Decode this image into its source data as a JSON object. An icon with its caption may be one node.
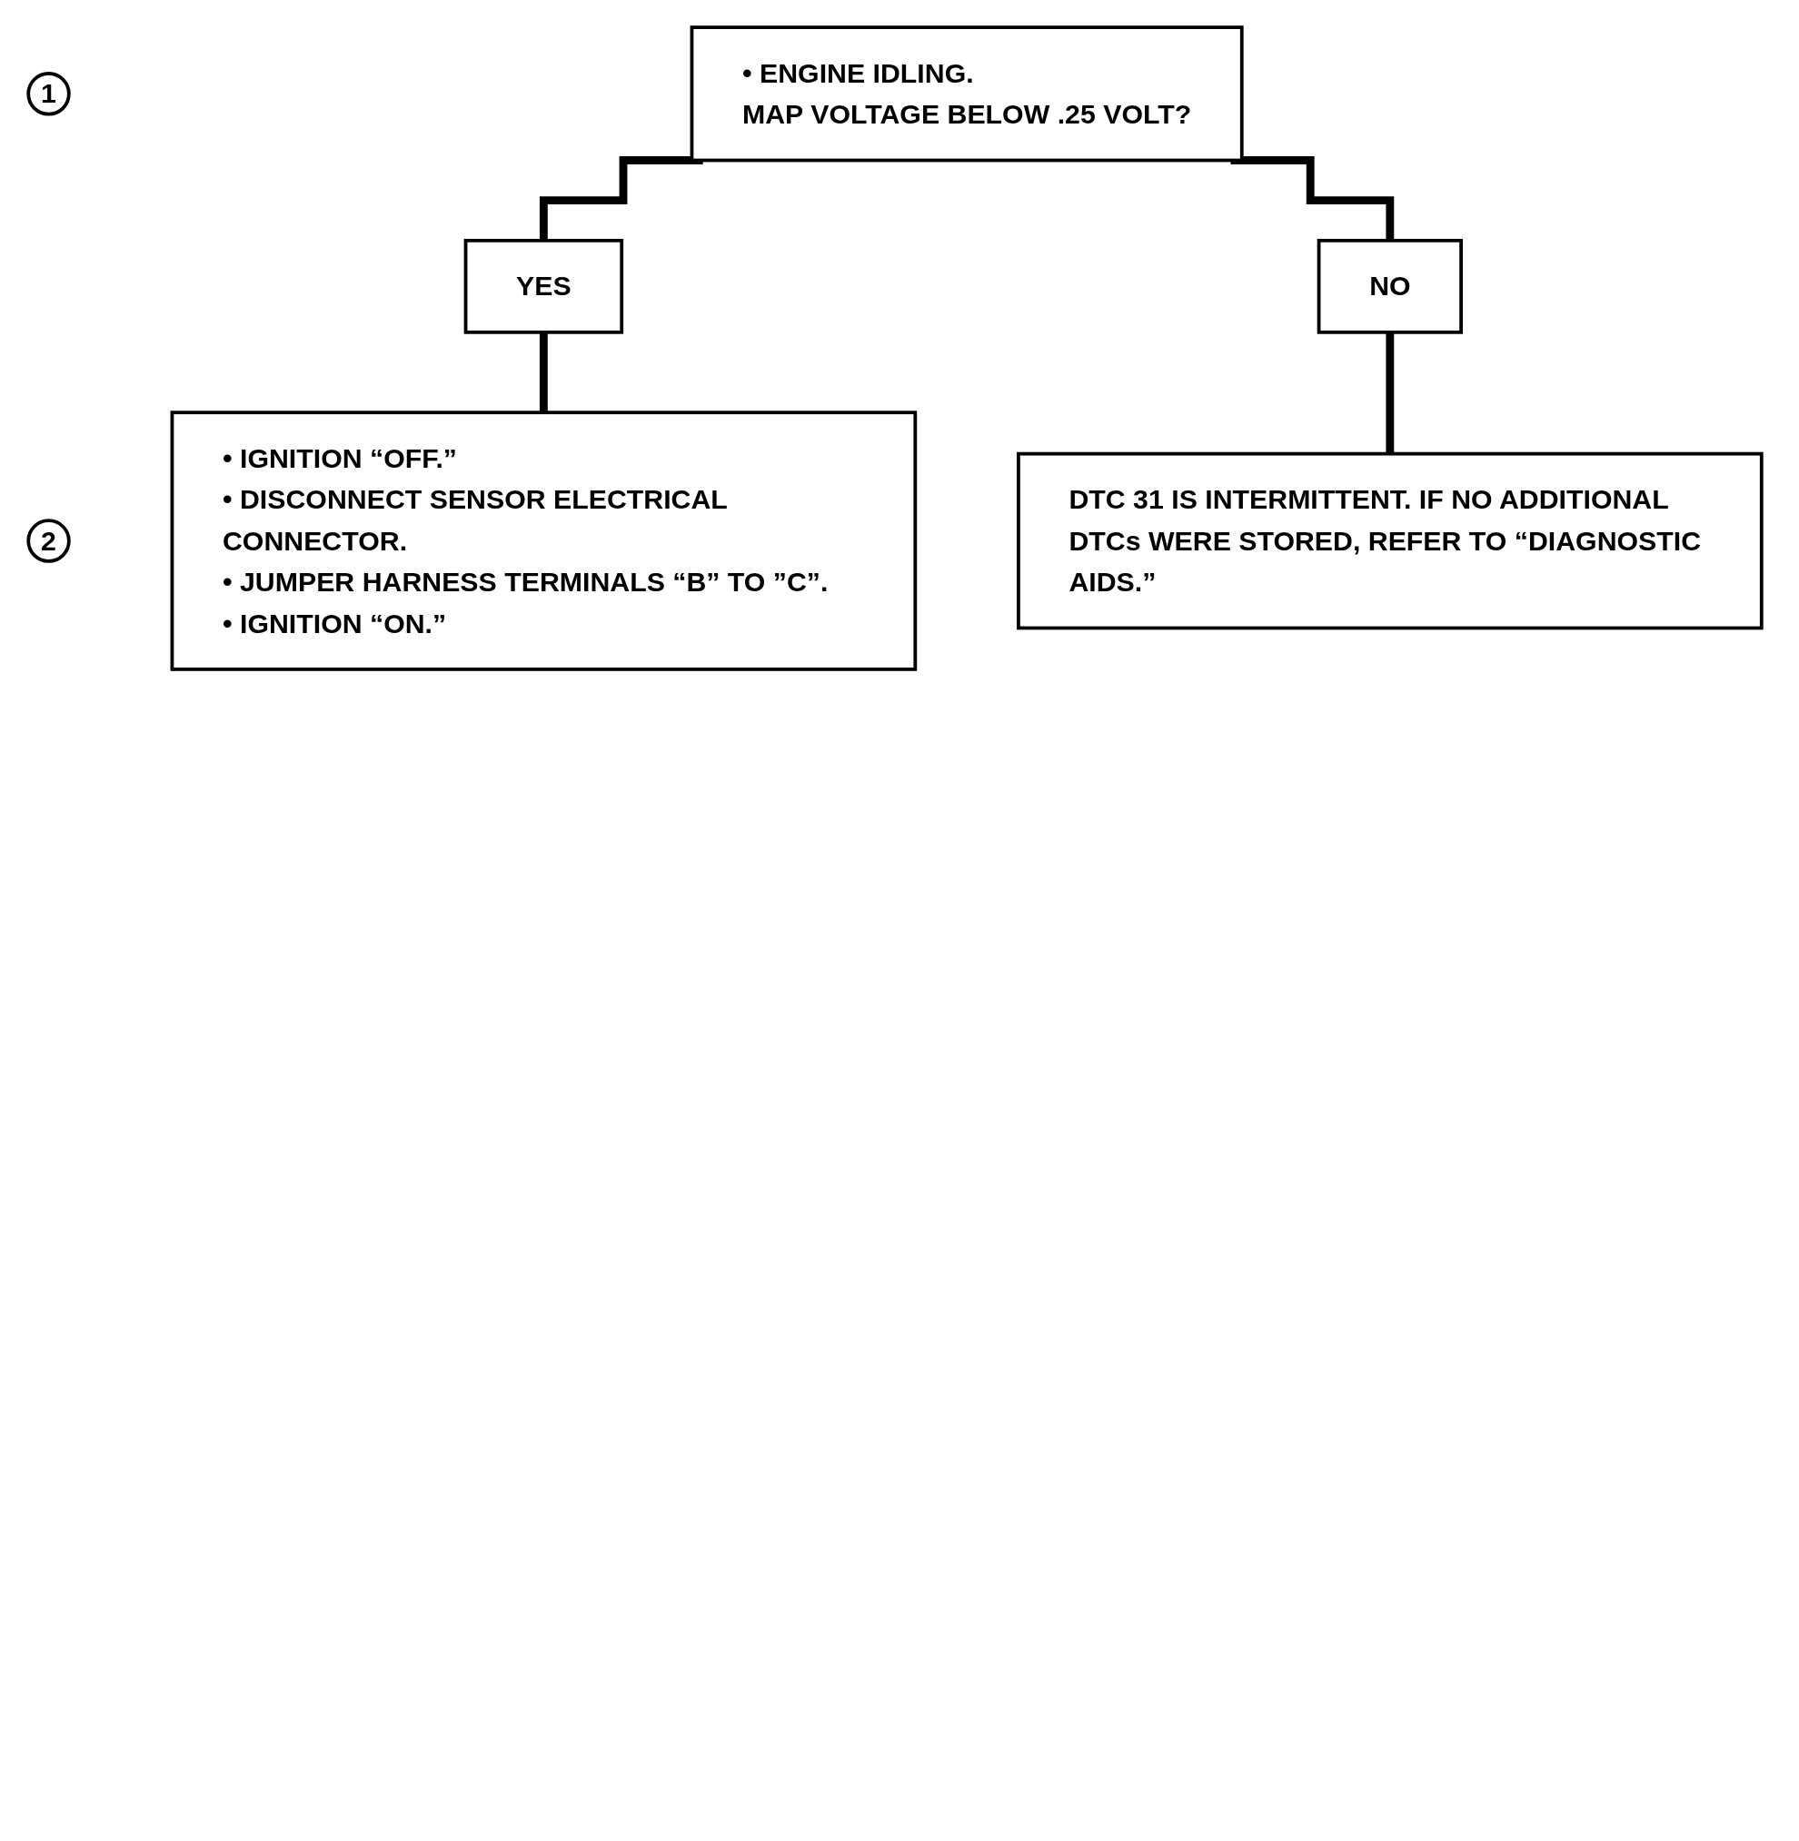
{
  "diagram": {
    "nodes": [
      {
        "text": [
          "1"
        ]
      },
      {
        "text": [
          "• ENGINE IDLING.",
          "MAP VOLTAGE BELOW .25 VOLT?"
        ]
      },
      {
        "text": [
          "YES"
        ]
      },
      {
        "text": [
          "NO"
        ]
      },
      {
        "text": [
          "2"
        ]
      },
      {
        "text": [
          "• IGNITION “OFF.”",
          "• DISCONNECT SENSOR ELECTRICAL CONNECTOR.",
          "• JUMPER HARNESS TERMINALS “B” TO ”C”.",
          "• IGNITION “ON.”"
        ]
      },
      {
        "text": [
          "DTC 31 IS INTERMITTENT. IF NO ADDITIONAL DTCs WERE STORED, REFER TO “DIAGNOSTIC AIDS.”"
        ]
      }
    ],
    "edges": [
      {
        "from": 1,
        "to": 2,
        "arrow": "none"
      },
      {
        "from": 1,
        "to": 3,
        "arrow": "none"
      },
      {
        "from": 2,
        "to": 5,
        "arrow": "none"
      },
      {
        "from": 3,
        "to": 6,
        "arrow": "none"
      }
    ]
  }
}
